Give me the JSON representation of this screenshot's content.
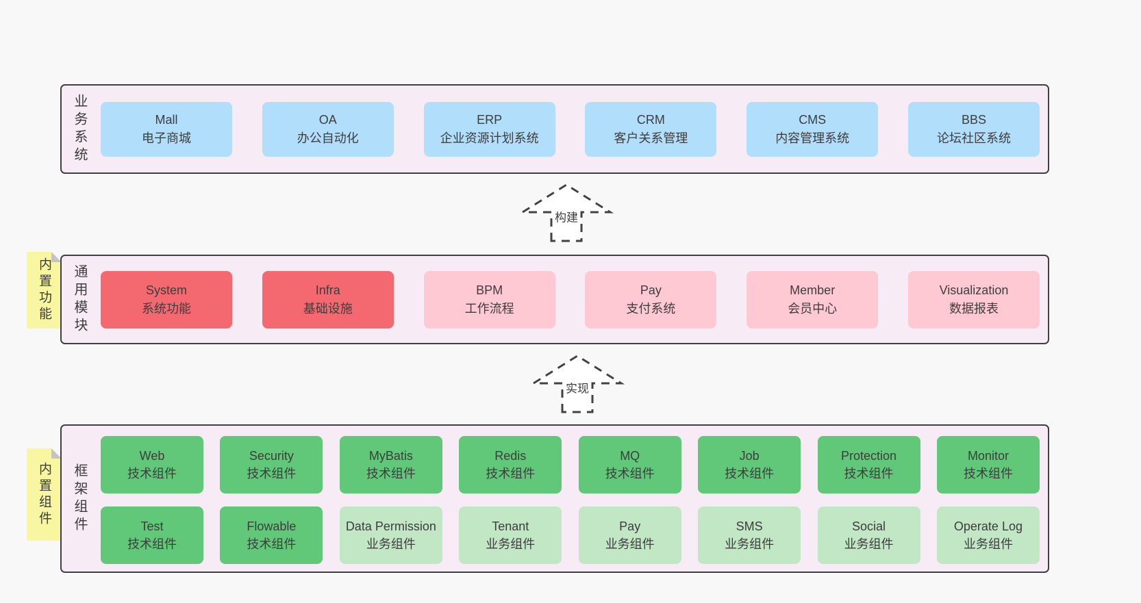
{
  "colors": {
    "page_bg": "#f8f8f8",
    "section_bg": "#f7ecf5",
    "border": "#3f3f3f",
    "box_blue": "#b1defa",
    "box_red": "#f4696f",
    "box_pink": "#ffc9d4",
    "box_green": "#60c878",
    "box_green_light": "#c1e7c4",
    "sticky_yellow": "#f9f6a1",
    "sticky_fold_gray": "#c4c4c4"
  },
  "arrows": {
    "build": {
      "label": "构建"
    },
    "implement": {
      "label": "实现"
    }
  },
  "sections": {
    "business": {
      "label": "业务系统",
      "boxes": [
        {
          "title": "Mall",
          "subtitle": "电子商城"
        },
        {
          "title": "OA",
          "subtitle": "办公自动化"
        },
        {
          "title": "ERP",
          "subtitle": "企业资源计划系统"
        },
        {
          "title": "CRM",
          "subtitle": "客户关系管理"
        },
        {
          "title": "CMS",
          "subtitle": "内容管理系统"
        },
        {
          "title": "BBS",
          "subtitle": "论坛社区系统"
        }
      ]
    },
    "modules": {
      "label": "通用模块",
      "sticky": "内置功能",
      "boxes": [
        {
          "title": "System",
          "subtitle": "系统功能"
        },
        {
          "title": "Infra",
          "subtitle": "基础设施"
        },
        {
          "title": "BPM",
          "subtitle": "工作流程"
        },
        {
          "title": "Pay",
          "subtitle": "支付系统"
        },
        {
          "title": "Member",
          "subtitle": "会员中心"
        },
        {
          "title": "Visualization",
          "subtitle": "数据报表"
        }
      ]
    },
    "components": {
      "label": "框架组件",
      "sticky": "内置组件",
      "rows": [
        [
          {
            "title": "Web",
            "subtitle": "技术组件"
          },
          {
            "title": "Security",
            "subtitle": "技术组件"
          },
          {
            "title": "MyBatis",
            "subtitle": "技术组件"
          },
          {
            "title": "Redis",
            "subtitle": "技术组件"
          },
          {
            "title": "MQ",
            "subtitle": "技术组件"
          },
          {
            "title": "Job",
            "subtitle": "技术组件"
          },
          {
            "title": "Protection",
            "subtitle": "技术组件"
          },
          {
            "title": "Monitor",
            "subtitle": "技术组件"
          }
        ],
        [
          {
            "title": "Test",
            "subtitle": "技术组件"
          },
          {
            "title": "Flowable",
            "subtitle": "技术组件"
          },
          {
            "title": "Data Permission",
            "subtitle": "业务组件"
          },
          {
            "title": "Tenant",
            "subtitle": "业务组件"
          },
          {
            "title": "Pay",
            "subtitle": "业务组件"
          },
          {
            "title": "SMS",
            "subtitle": "业务组件"
          },
          {
            "title": "Social",
            "subtitle": "业务组件"
          },
          {
            "title": "Operate Log",
            "subtitle": "业务组件"
          }
        ]
      ]
    }
  }
}
